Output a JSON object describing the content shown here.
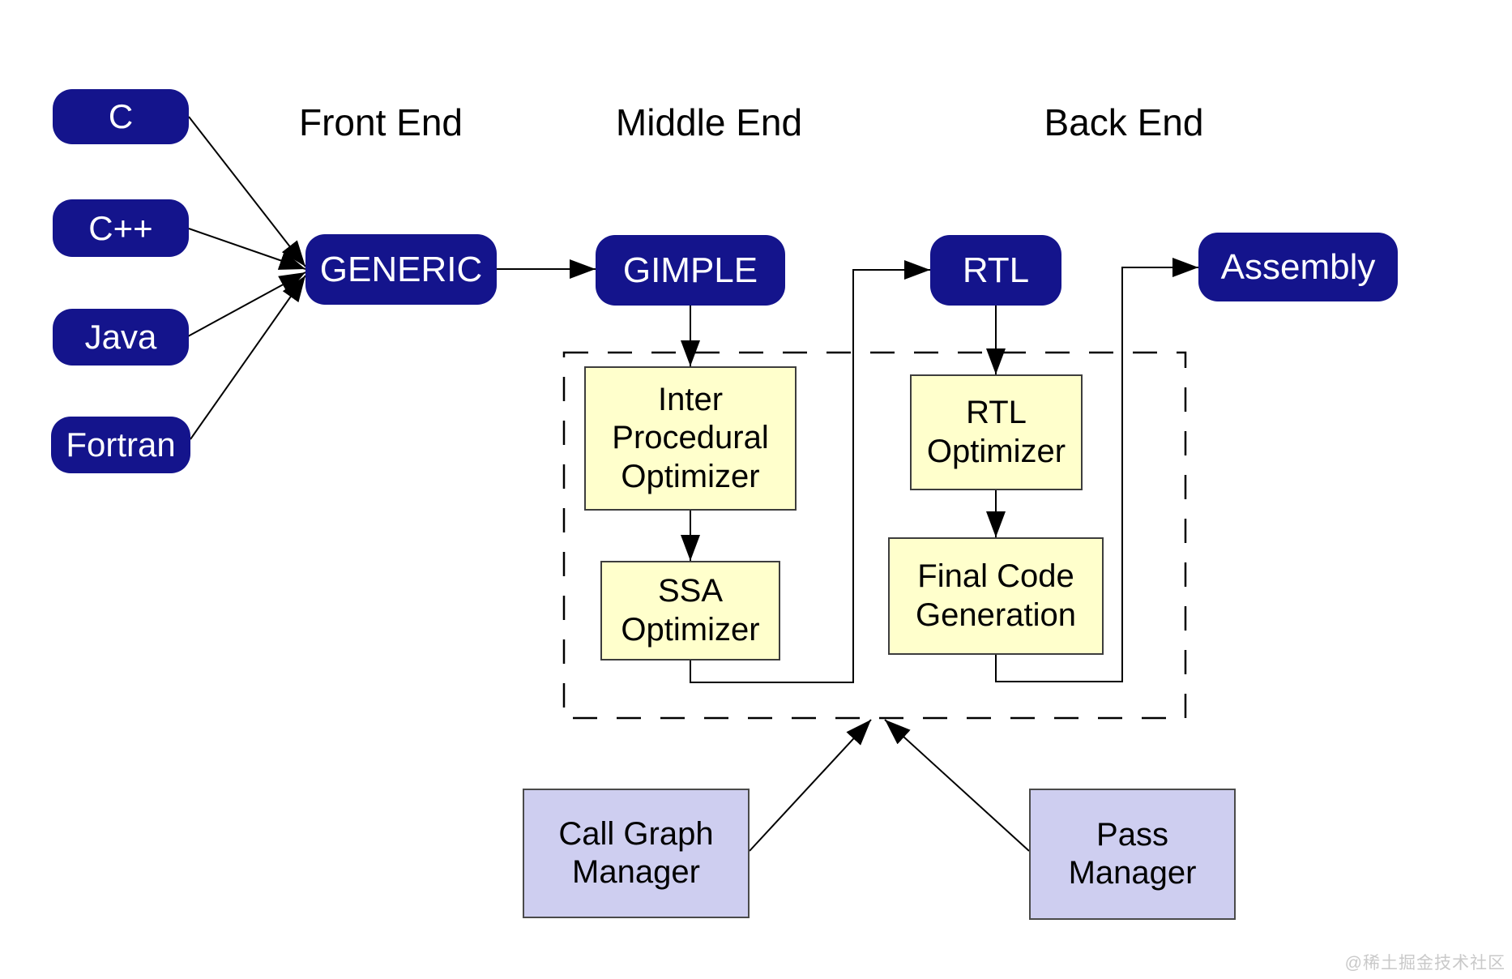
{
  "sections": {
    "front_end": "Front End",
    "middle_end": "Middle End",
    "back_end": "Back End"
  },
  "languages": [
    {
      "label": "C"
    },
    {
      "label": "C++"
    },
    {
      "label": "Java"
    },
    {
      "label": "Fortran"
    }
  ],
  "pipeline": {
    "generic": "GENERIC",
    "gimple": "GIMPLE",
    "rtl": "RTL",
    "assembly": "Assembly"
  },
  "optimizers": {
    "inter_procedural": "Inter\nProcedural\nOptimizer",
    "ssa": "SSA\nOptimizer",
    "rtl_optimizer": "RTL\nOptimizer",
    "final_code": "Final Code\nGeneration"
  },
  "managers": {
    "call_graph": "Call Graph\nManager",
    "pass": "Pass\nManager"
  },
  "watermark": "@稀土掘金技术社区",
  "colors": {
    "node_navy": "#14148C",
    "optimizer_yellow": "#FFFFCC",
    "manager_lavender": "#CECEF0",
    "line_black": "#000000",
    "watermark_gray": "#c9c9c9"
  }
}
